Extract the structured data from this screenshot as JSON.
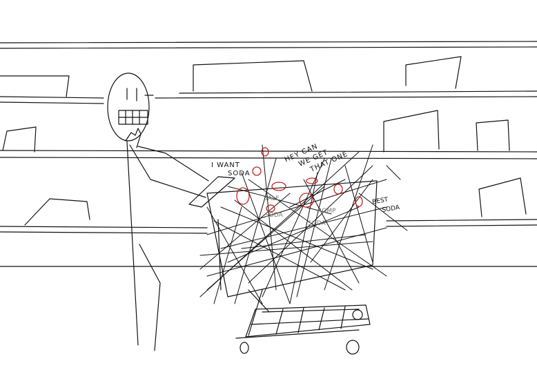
{
  "speech": {
    "kid_line_1": "HEY CAN",
    "kid_line_2": "WE GET",
    "kid_line_3": "THAT ONE",
    "dad_line_1": "I WANT",
    "dad_line_2": "SODA",
    "side_note_1": "BEST",
    "side_note_2": "SODA"
  },
  "cart_scribbles": {
    "label_1": "SALE",
    "label_2": "SODA",
    "label_3": "ROMP",
    "label_4": "SODA"
  },
  "colors": {
    "ink": "#111111",
    "accent": "#c81e1e",
    "background": "#ffffff"
  }
}
